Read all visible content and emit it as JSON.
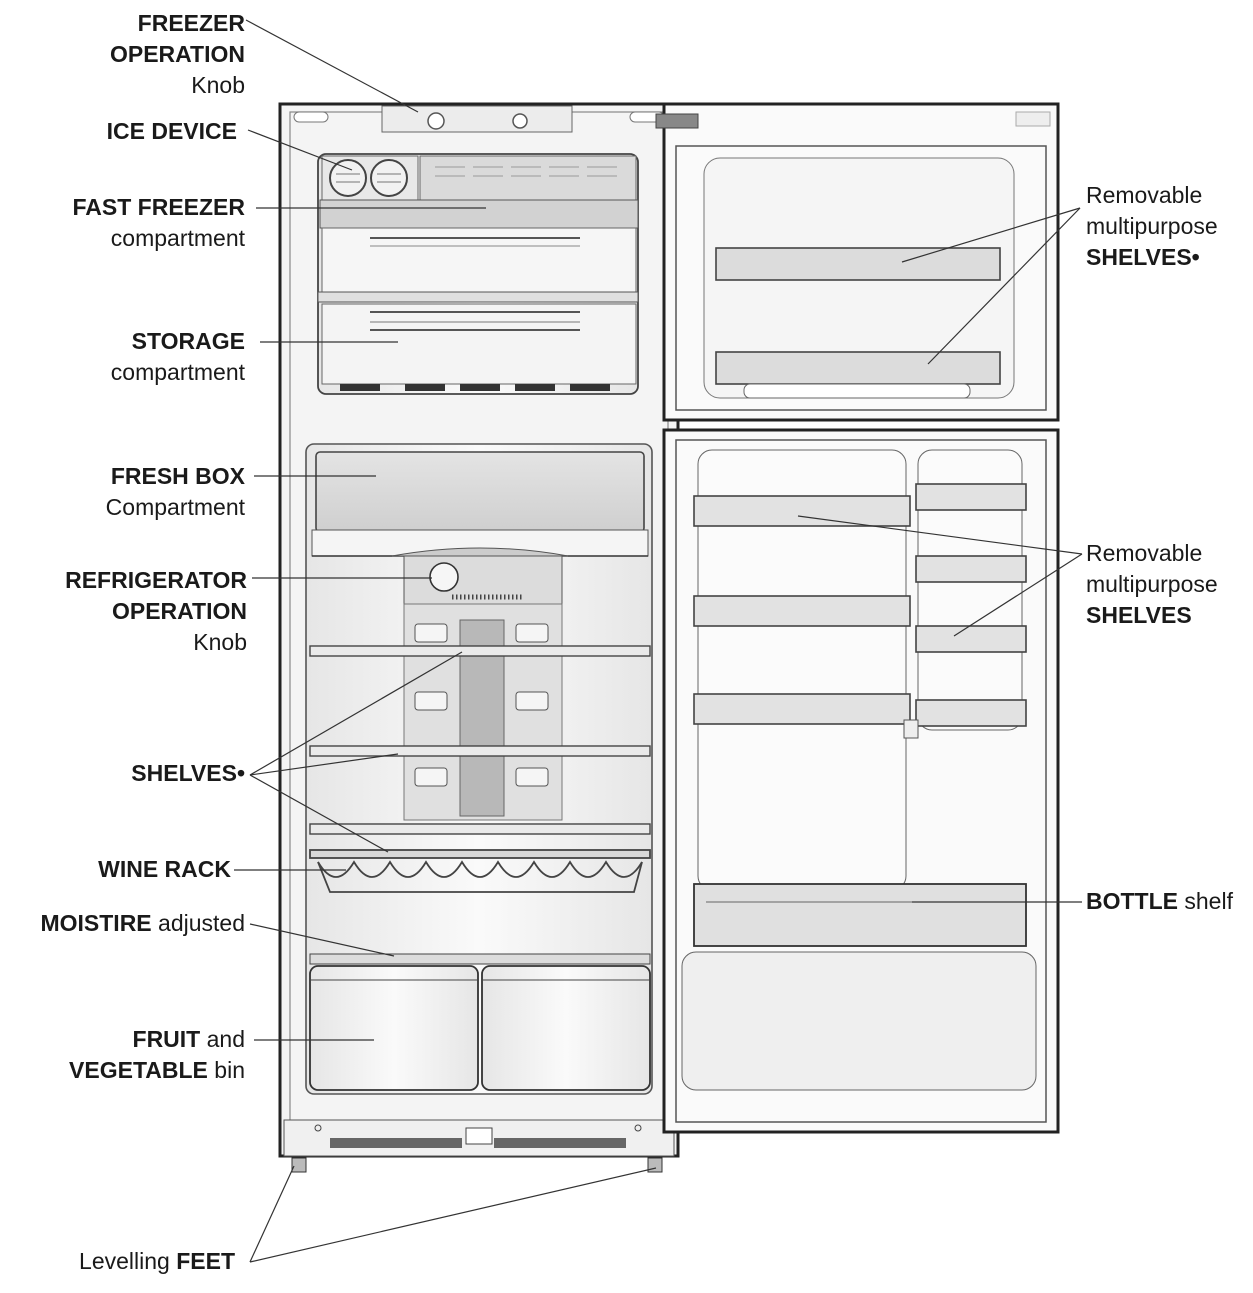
{
  "labels": {
    "freezer_operation": {
      "line1": "FREEZER",
      "line2": "OPERATION",
      "line3": "Knob"
    },
    "ice_device": {
      "line1": "ICE DEVICE"
    },
    "fast_freezer": {
      "line1": "FAST FREEZER",
      "line2": "compartment"
    },
    "storage": {
      "line1": "STORAGE",
      "line2": "compartment"
    },
    "fresh_box": {
      "line1": "FRESH BOX",
      "line2": "Compartment"
    },
    "refrigerator_operation": {
      "line1": "REFRIGERATOR",
      "line2": "OPERATION",
      "line3": "Knob"
    },
    "shelves": {
      "line1": "SHELVES•"
    },
    "wine_rack": {
      "line1": "WINE RACK"
    },
    "moisture": {
      "bold": "MOISTIRE",
      "normal": " adjusted"
    },
    "fruit_vegetable": {
      "bold1": "FRUIT",
      "normal1": " and",
      "bold2": "VEGETABLE",
      "normal2": " bin"
    },
    "levelling_feet": {
      "normal": "Levelling ",
      "bold": "FEET"
    },
    "freezer_door_shelves": {
      "line1": "Removable",
      "line2": "multipurpose",
      "line3": "SHELVES•"
    },
    "fridge_door_shelves": {
      "line1": "Removable",
      "line2": "multipurpose",
      "line3": "SHELVES"
    },
    "bottle_shelf": {
      "bold": "BOTTLE",
      "normal": " shelf"
    }
  }
}
